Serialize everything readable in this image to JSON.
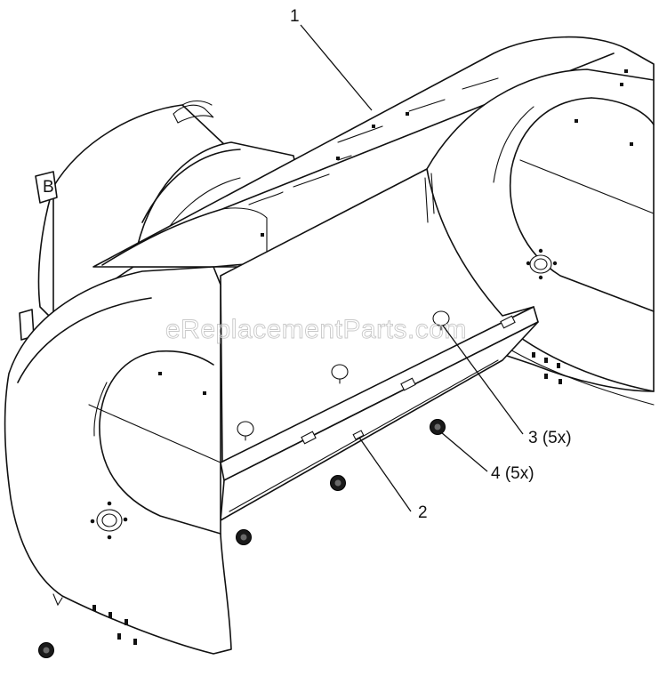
{
  "watermark": "eReplacementParts.com",
  "callouts": [
    {
      "id": "1",
      "label": "1"
    },
    {
      "id": "2",
      "label": "2"
    },
    {
      "id": "3",
      "label": "3 (5x)"
    },
    {
      "id": "4",
      "label": "4 (5x)"
    }
  ],
  "tab_letter": "B"
}
